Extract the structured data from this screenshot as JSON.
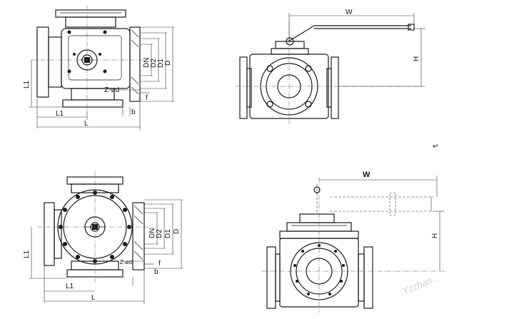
{
  "top_left_view": {
    "labels": {
      "dn": "DN",
      "d2": "D2",
      "d1": "D1",
      "d": "D",
      "l1_vertical": "L1",
      "l1_horizontal": "L1",
      "l": "L",
      "z_od": "Z-ød",
      "f": "f",
      "b": "b"
    }
  },
  "top_right_view": {
    "labels": {
      "w": "W",
      "h": "H"
    }
  },
  "bottom_left_view": {
    "labels": {
      "dn": "DN",
      "d2": "D2",
      "d1": "D1",
      "d": "D",
      "l1_vertical": "L1",
      "l1_horizontal": "L1",
      "l": "L",
      "z_od": "Z-ød",
      "f": "f",
      "b": "b"
    }
  },
  "bottom_right_view": {
    "labels": {
      "w": "W",
      "h": "H"
    }
  },
  "return_mark": "↵",
  "watermark": "Yzzhan..."
}
